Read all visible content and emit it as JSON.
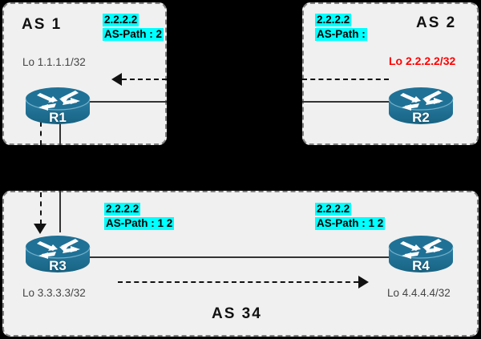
{
  "diagram": {
    "title": "BGP AS-Path propagation diagram",
    "background_color": "#000000",
    "box_fill": "#f0f0f0",
    "box_border": "#808080",
    "router_color": "#1f7196",
    "highlight_color": "#00ffff",
    "alert_color": "#ff0000"
  },
  "areas": [
    {
      "id": "as1",
      "title": "AS 1"
    },
    {
      "id": "as2",
      "title": "AS 2"
    },
    {
      "id": "as34",
      "title": "AS 34"
    }
  ],
  "routers": [
    {
      "id": "r1",
      "name": "R1",
      "loopback": "Lo 1.1.1.1/32",
      "loopback_color": "#444444"
    },
    {
      "id": "r2",
      "name": "R2",
      "loopback": "Lo 2.2.2.2/32",
      "loopback_color": "#ff0000"
    },
    {
      "id": "r3",
      "name": "R3",
      "loopback": "Lo 3.3.3.3/32",
      "loopback_color": "#444444"
    },
    {
      "id": "r4",
      "name": "R4",
      "loopback": "Lo 4.4.4.4/32",
      "loopback_color": "#444444"
    }
  ],
  "bgp_updates": [
    {
      "id": "as1",
      "prefix": "2.2.2.2",
      "as_path": "AS-Path : 2"
    },
    {
      "id": "as2",
      "prefix": "2.2.2.2",
      "as_path": "AS-Path : "
    },
    {
      "id": "r3",
      "prefix": "2.2.2.2",
      "as_path": "AS-Path : 1 2"
    },
    {
      "id": "r4",
      "prefix": "2.2.2.2",
      "as_path": "AS-Path : 1 2"
    }
  ],
  "links": [
    {
      "id": "r1-r2",
      "type": "solid",
      "label": "eBGP link R1 to R2"
    },
    {
      "id": "r1-r3",
      "type": "solid",
      "label": "link R1 to R3"
    },
    {
      "id": "r3-r4",
      "type": "solid",
      "label": "iBGP link R3 to R4"
    }
  ],
  "advertisements": [
    {
      "id": "r2-to-r1",
      "direction": "left",
      "label": "update from R2 to R1"
    },
    {
      "id": "r1-to-r3",
      "direction": "down",
      "label": "update from R1 to R3"
    },
    {
      "id": "r3-to-r4",
      "direction": "right",
      "label": "update from R3 to R4"
    }
  ]
}
